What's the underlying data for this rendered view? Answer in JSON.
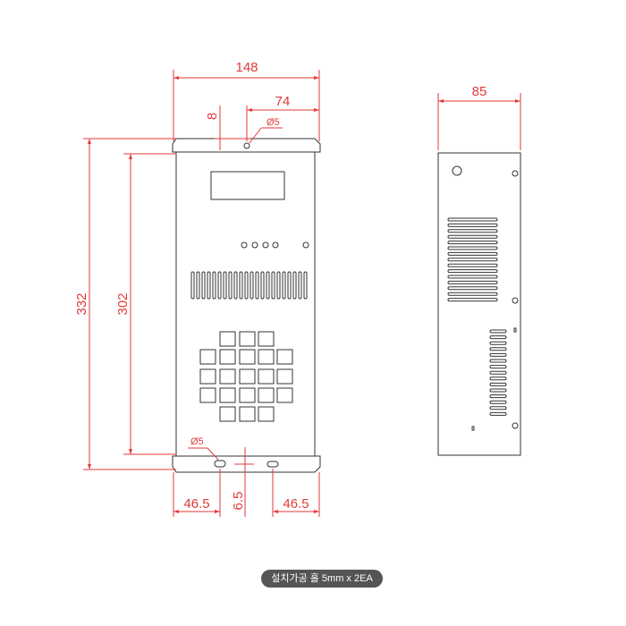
{
  "dimensions": {
    "width_total": "148",
    "width_half": "74",
    "top_offset": "8",
    "hole_top": "Ø5",
    "height_total": "332",
    "height_inner": "302",
    "hole_bottom": "Ø5",
    "bottom_left": "46.5",
    "bottom_gap": "6.5",
    "bottom_right": "46.5",
    "depth": "85"
  },
  "caption": "설치가공 홀 5mm x 2EA",
  "colors": {
    "dimension": "#e23a3a",
    "outline": "#333333",
    "badge": "#555555"
  }
}
